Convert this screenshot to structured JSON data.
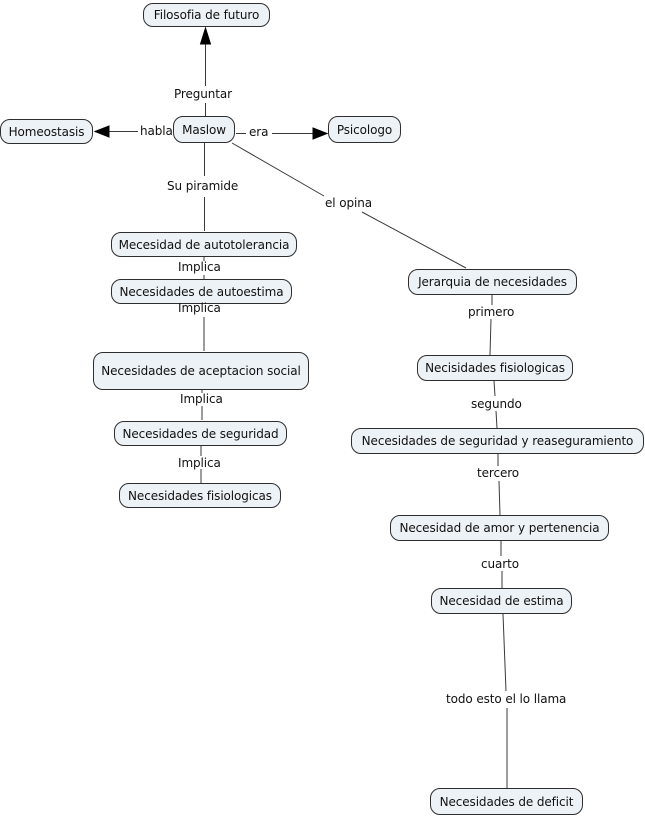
{
  "diagram": {
    "type": "concept-map",
    "topic": "Maslow",
    "colors": {
      "background": "#ffffff",
      "node_fill": "#edf2f7",
      "node_border": "#2e2e2e",
      "line": "#3a3a3a",
      "arrowhead": "#000000",
      "text": "#111111"
    }
  },
  "nodes": [
    {
      "id": "filosofia",
      "label": "Filosofia de futuro"
    },
    {
      "id": "homeostasis",
      "label": "Homeostasis"
    },
    {
      "id": "maslow",
      "label": "Maslow"
    },
    {
      "id": "psicologo",
      "label": "Psicologo"
    },
    {
      "id": "autotolerancia",
      "label": "Mecesidad de autotolerancia"
    },
    {
      "id": "autoestima",
      "label": "Necesidades de autoestima"
    },
    {
      "id": "aceptacion-social",
      "label": "Necesidades de aceptacion social"
    },
    {
      "id": "seguridad",
      "label": "Necesidades de seguridad"
    },
    {
      "id": "fisiologicas-left",
      "label": "Necesidades fisiologicas"
    },
    {
      "id": "jerarquia",
      "label": "Jerarquia de necesidades"
    },
    {
      "id": "fisiologicas-right",
      "label": "Necisidades fisiologicas"
    },
    {
      "id": "seguridad-reaseguramiento",
      "label": "Necesidades de seguridad y reaseguramiento"
    },
    {
      "id": "amor-pertenencia",
      "label": "Necesidad de amor y pertenencia"
    },
    {
      "id": "estima",
      "label": "Necesidad de estima"
    },
    {
      "id": "deficit",
      "label": "Necesidades de deficit"
    }
  ],
  "link_labels": [
    {
      "id": "preguntar",
      "label": "Preguntar"
    },
    {
      "id": "habla",
      "label": "habla"
    },
    {
      "id": "era",
      "label": "era"
    },
    {
      "id": "su-piramide",
      "label": "Su piramide"
    },
    {
      "id": "el-opina",
      "label": "el opina"
    },
    {
      "id": "implica-1",
      "label": "Implica"
    },
    {
      "id": "implica-2",
      "label": "Implica"
    },
    {
      "id": "implica-3",
      "label": "Implica"
    },
    {
      "id": "implica-4",
      "label": "Implica"
    },
    {
      "id": "primero",
      "label": "primero"
    },
    {
      "id": "segundo",
      "label": "segundo"
    },
    {
      "id": "tercero",
      "label": "tercero"
    },
    {
      "id": "cuarto",
      "label": "cuarto"
    },
    {
      "id": "todo-esto",
      "label": "todo esto el lo llama"
    }
  ]
}
